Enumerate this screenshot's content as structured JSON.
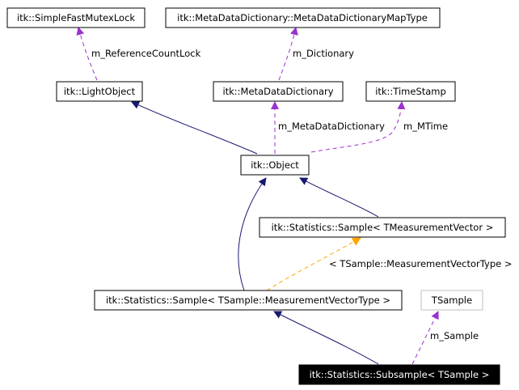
{
  "colors": {
    "inheritance": "#191970",
    "usage": "#9a32cd",
    "template": "#ffa500",
    "text": "#000000",
    "node_border": "#000000",
    "external_node_border": "#bfbfbf",
    "highlight_fill": "#000000",
    "highlight_text": "#ffffff"
  },
  "nodes": {
    "simple_fast_mutex_lock": "itk::SimpleFastMutexLock",
    "meta_data_dictionary_map_type": "itk::MetaDataDictionary::MetaDataDictionaryMapType",
    "light_object": "itk::LightObject",
    "meta_data_dictionary": "itk::MetaDataDictionary",
    "time_stamp": "itk::TimeStamp",
    "object": "itk::Object",
    "sample_tmeasurementvector": "itk::Statistics::Sample< TMeasurementVector >",
    "tsample": "TSample",
    "sample_tsample_measurementvectortype": "itk::Statistics::Sample< TSample::MeasurementVectorType >",
    "subsample": "itk::Statistics::Subsample< TSample >"
  },
  "edge_labels": {
    "m_reference_count_lock": "m_ReferenceCountLock",
    "m_dictionary": "m_Dictionary",
    "m_meta_data_dictionary": "m_MetaDataDictionary",
    "m_mtime": "m_MTime",
    "template_binding": "< TSample::MeasurementVectorType >",
    "m_sample": "m_Sample"
  }
}
